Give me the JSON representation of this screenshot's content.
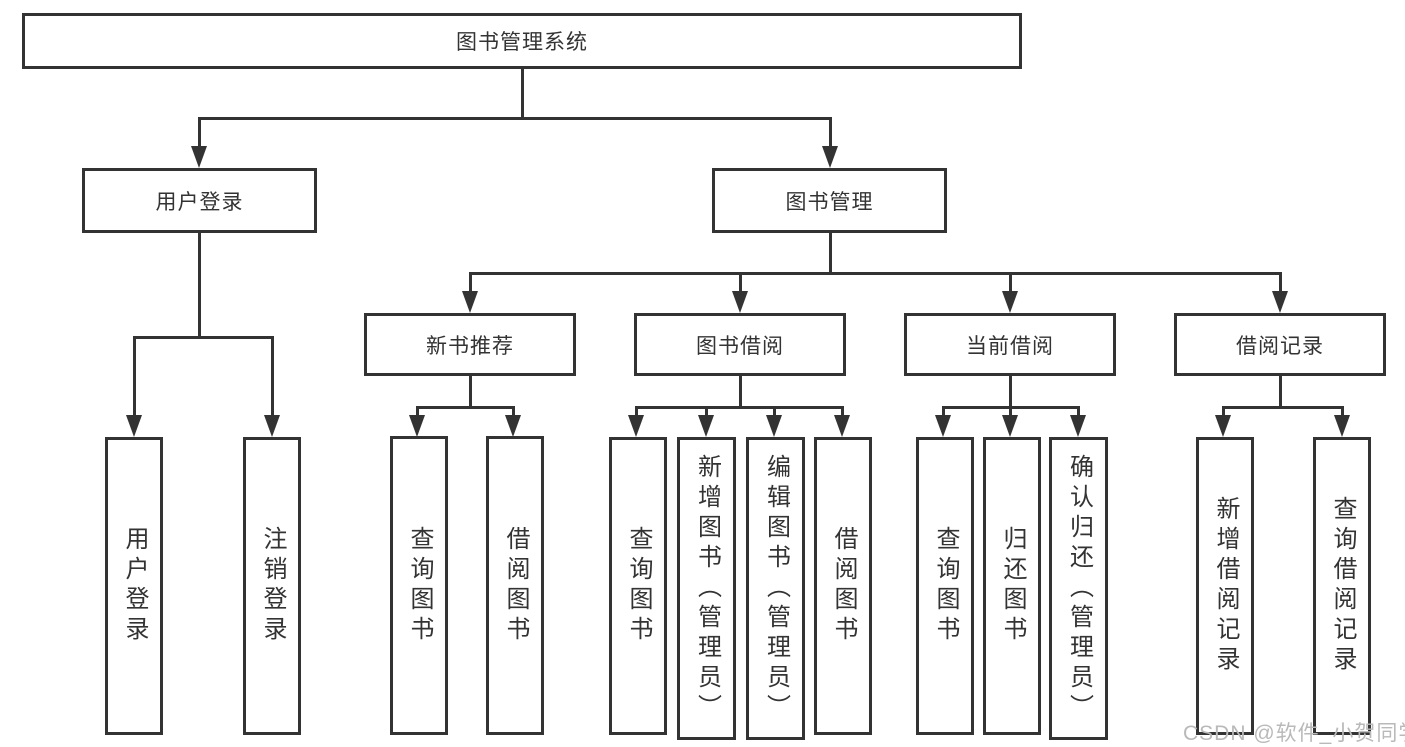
{
  "watermark": "CSDN @软件_小贺同学",
  "colors": {
    "line": "#333333",
    "background": "#ffffff",
    "watermark": "#b9b9b9"
  },
  "tree": {
    "root": {
      "label": "图书管理系统",
      "children": [
        {
          "label": "用户登录",
          "children": [
            {
              "label": "用户登录"
            },
            {
              "label": "注销登录"
            }
          ]
        },
        {
          "label": "图书管理",
          "children": [
            {
              "label": "新书推荐",
              "children": [
                {
                  "label": "查询图书"
                },
                {
                  "label": "借阅图书"
                }
              ]
            },
            {
              "label": "图书借阅",
              "children": [
                {
                  "label": "查询图书"
                },
                {
                  "label": "新增图书（管理员）"
                },
                {
                  "label": "编辑图书（管理员）"
                },
                {
                  "label": "借阅图书"
                }
              ]
            },
            {
              "label": "当前借阅",
              "children": [
                {
                  "label": "查询图书"
                },
                {
                  "label": "归还图书"
                },
                {
                  "label": "确认归还（管理员）"
                }
              ]
            },
            {
              "label": "借阅记录",
              "children": [
                {
                  "label": "新增借阅记录"
                },
                {
                  "label": "查询借阅记录"
                }
              ]
            }
          ]
        }
      ]
    }
  }
}
